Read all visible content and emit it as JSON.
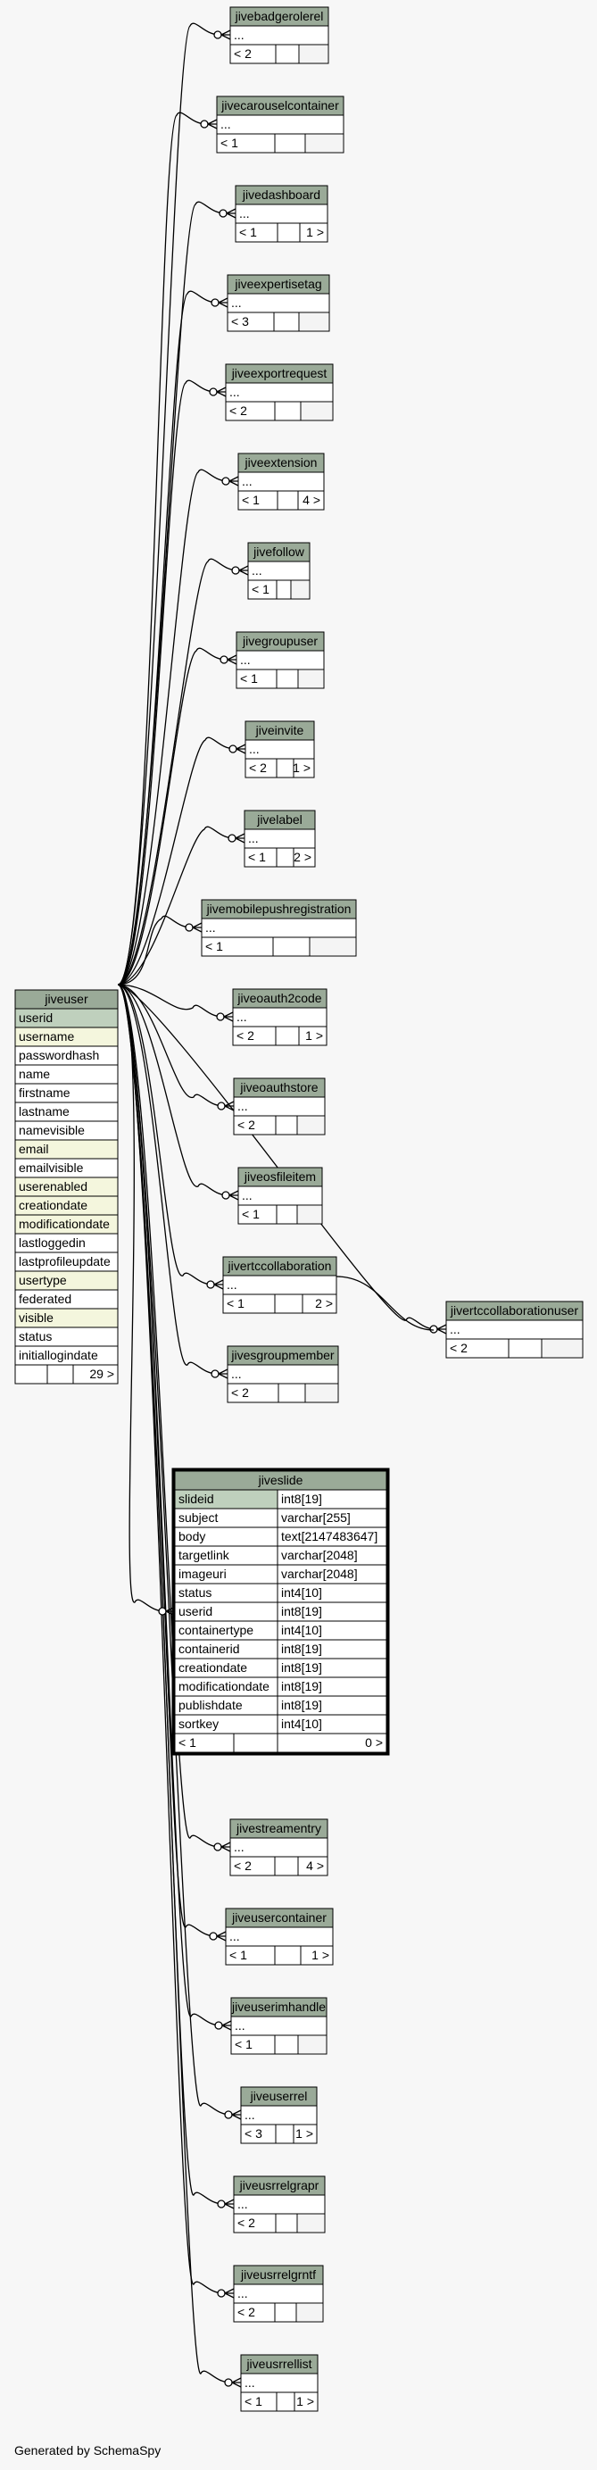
{
  "footer": "Generated by SchemaSpy",
  "main_table": {
    "name": "jiveuser",
    "columns": [
      "userid",
      "username",
      "passwordhash",
      "name",
      "firstname",
      "lastname",
      "namevisible",
      "email",
      "emailvisible",
      "userenabled",
      "creationdate",
      "modificationdate",
      "lastloggedin",
      "lastprofileupdate",
      "usertype",
      "federated",
      "visible",
      "status",
      "initiallogindate"
    ],
    "highlight": [
      "username",
      "email",
      "userenabled",
      "creationdate",
      "modificationdate",
      "usertype",
      "visible"
    ],
    "footer": [
      "",
      "",
      "29 >"
    ]
  },
  "detail_table": {
    "name": "jiveslide",
    "columns": [
      [
        "slideid",
        "int8[19]"
      ],
      [
        "subject",
        "varchar[255]"
      ],
      [
        "body",
        "text[2147483647]"
      ],
      [
        "targetlink",
        "varchar[2048]"
      ],
      [
        "imageuri",
        "varchar[2048]"
      ],
      [
        "status",
        "int4[10]"
      ],
      [
        "userid",
        "int8[19]"
      ],
      [
        "containertype",
        "int4[10]"
      ],
      [
        "containerid",
        "int8[19]"
      ],
      [
        "creationdate",
        "int8[19]"
      ],
      [
        "modificationdate",
        "int8[19]"
      ],
      [
        "publishdate",
        "int8[19]"
      ],
      [
        "sortkey",
        "int4[10]"
      ]
    ],
    "footer": [
      "< 1",
      "",
      "0 >"
    ]
  },
  "tables": [
    {
      "name": "jivebadgerolerel",
      "ellipsis": "...",
      "footer": [
        "< 2",
        "",
        ""
      ]
    },
    {
      "name": "jivecarouselcontainer",
      "ellipsis": "...",
      "footer": [
        "< 1",
        "",
        ""
      ]
    },
    {
      "name": "jivedashboard",
      "ellipsis": "...",
      "footer": [
        "< 1",
        "",
        "1 >"
      ]
    },
    {
      "name": "jiveexpertisetag",
      "ellipsis": "...",
      "footer": [
        "< 3",
        "",
        ""
      ]
    },
    {
      "name": "jiveexportrequest",
      "ellipsis": "...",
      "footer": [
        "< 2",
        "",
        ""
      ]
    },
    {
      "name": "jiveextension",
      "ellipsis": "...",
      "footer": [
        "< 1",
        "",
        "4 >"
      ]
    },
    {
      "name": "jivefollow",
      "ellipsis": "...",
      "footer": [
        "< 1",
        "",
        ""
      ]
    },
    {
      "name": "jivegroupuser",
      "ellipsis": "...",
      "footer": [
        "< 1",
        "",
        ""
      ]
    },
    {
      "name": "jiveinvite",
      "ellipsis": "...",
      "footer": [
        "< 2",
        "",
        "1 >"
      ]
    },
    {
      "name": "jivelabel",
      "ellipsis": "...",
      "footer": [
        "< 1",
        "",
        "2 >"
      ]
    },
    {
      "name": "jivemobilepushregistration",
      "ellipsis": "...",
      "footer": [
        "< 1",
        "",
        ""
      ]
    },
    {
      "name": "jiveoauth2code",
      "ellipsis": "...",
      "footer": [
        "< 2",
        "",
        "1 >"
      ]
    },
    {
      "name": "jiveoauthstore",
      "ellipsis": "...",
      "footer": [
        "< 2",
        "",
        ""
      ]
    },
    {
      "name": "jiveosfileitem",
      "ellipsis": "...",
      "footer": [
        "< 1",
        "",
        ""
      ]
    },
    {
      "name": "jivertccollaboration",
      "ellipsis": "...",
      "footer": [
        "< 1",
        "",
        "2 >"
      ]
    },
    {
      "name": "jivertccollaborationuser",
      "ellipsis": "...",
      "footer": [
        "< 2",
        "",
        ""
      ]
    },
    {
      "name": "jivesgroupmember",
      "ellipsis": "...",
      "footer": [
        "< 2",
        "",
        ""
      ]
    },
    {
      "name": "jivestreamentry",
      "ellipsis": "...",
      "footer": [
        "< 2",
        "",
        "4 >"
      ]
    },
    {
      "name": "jiveusercontainer",
      "ellipsis": "...",
      "footer": [
        "< 1",
        "",
        "1 >"
      ]
    },
    {
      "name": "jiveuserimhandle",
      "ellipsis": "...",
      "footer": [
        "< 1",
        "",
        ""
      ]
    },
    {
      "name": "jiveuserrel",
      "ellipsis": "...",
      "footer": [
        "< 3",
        "",
        "1 >"
      ]
    },
    {
      "name": "jiveusrrelgrapr",
      "ellipsis": "...",
      "footer": [
        "< 2",
        "",
        ""
      ]
    },
    {
      "name": "jiveusrrelgrntf",
      "ellipsis": "...",
      "footer": [
        "< 2",
        "",
        ""
      ]
    },
    {
      "name": "jiveusrrellist",
      "ellipsis": "...",
      "footer": [
        "< 1",
        "",
        "1 >"
      ]
    }
  ],
  "colors": {
    "header": "#9aaa98",
    "pk": "#bfd0bd",
    "indexed": "#f4f6dd",
    "border": "#000000",
    "background": "#f7f7f7",
    "cell": "#ffffff",
    "empty_cell": "#f4f4f4"
  }
}
